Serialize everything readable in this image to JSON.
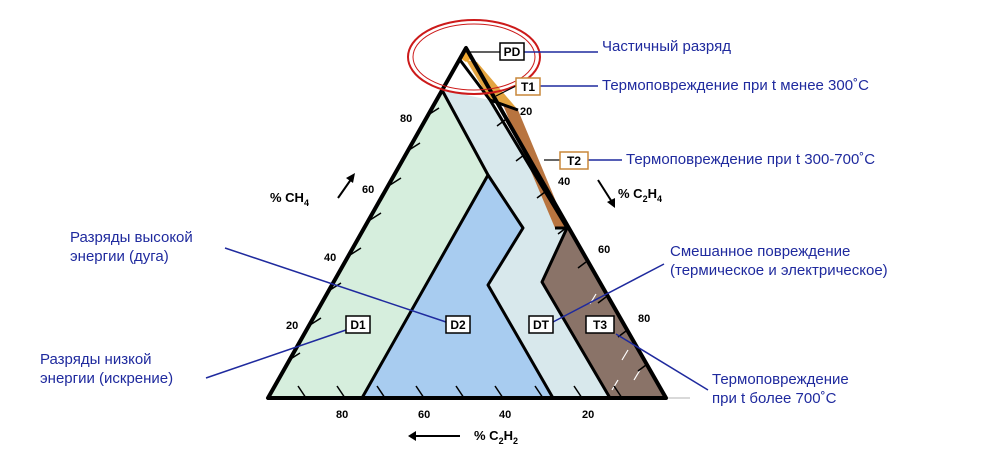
{
  "colors": {
    "pd": "#f0a830",
    "t1": "#e3a440",
    "t2": "#b8743f",
    "t3": "#8a7368",
    "dt": "#d8e8ec",
    "d2": "#a8ccf0",
    "d1": "#d6eedd",
    "callout": "#1f2a9e",
    "ellipse": "#cc1a1a"
  },
  "zones": {
    "pd": "PD",
    "t1": "T1",
    "t2": "T2",
    "t3": "T3",
    "dt": "DT",
    "d1": "D1",
    "d2": "D2"
  },
  "axes": {
    "left": {
      "label": "% CH",
      "sub": "4",
      "ticks": [
        "80",
        "60",
        "40",
        "20"
      ]
    },
    "right": {
      "label": "% C",
      "sub1": "2",
      "mid": "H",
      "sub2": "4",
      "ticks": [
        "20",
        "40",
        "60",
        "80"
      ]
    },
    "bottom": {
      "label": "% C",
      "sub1": "2",
      "mid": "H",
      "sub2": "2",
      "ticks": [
        "80",
        "60",
        "40",
        "20"
      ]
    }
  },
  "callouts": {
    "pd": "Частичный разряд",
    "t1": "Термоповреждение при t менее 300˚С",
    "t2": "Термоповреждение при t 300-700˚С",
    "d2_line1": "Разряды высокой",
    "d2_line2": "энергии (дуга)",
    "dt_line1": "Смешанное повреждение",
    "dt_line2": "(термическое и электрическое)",
    "d1_line1": "Разряды низкой",
    "d1_line2": "энергии (искрение)",
    "t3_line1": "Термоповреждение",
    "t3_line2": "при t более 700˚С"
  }
}
